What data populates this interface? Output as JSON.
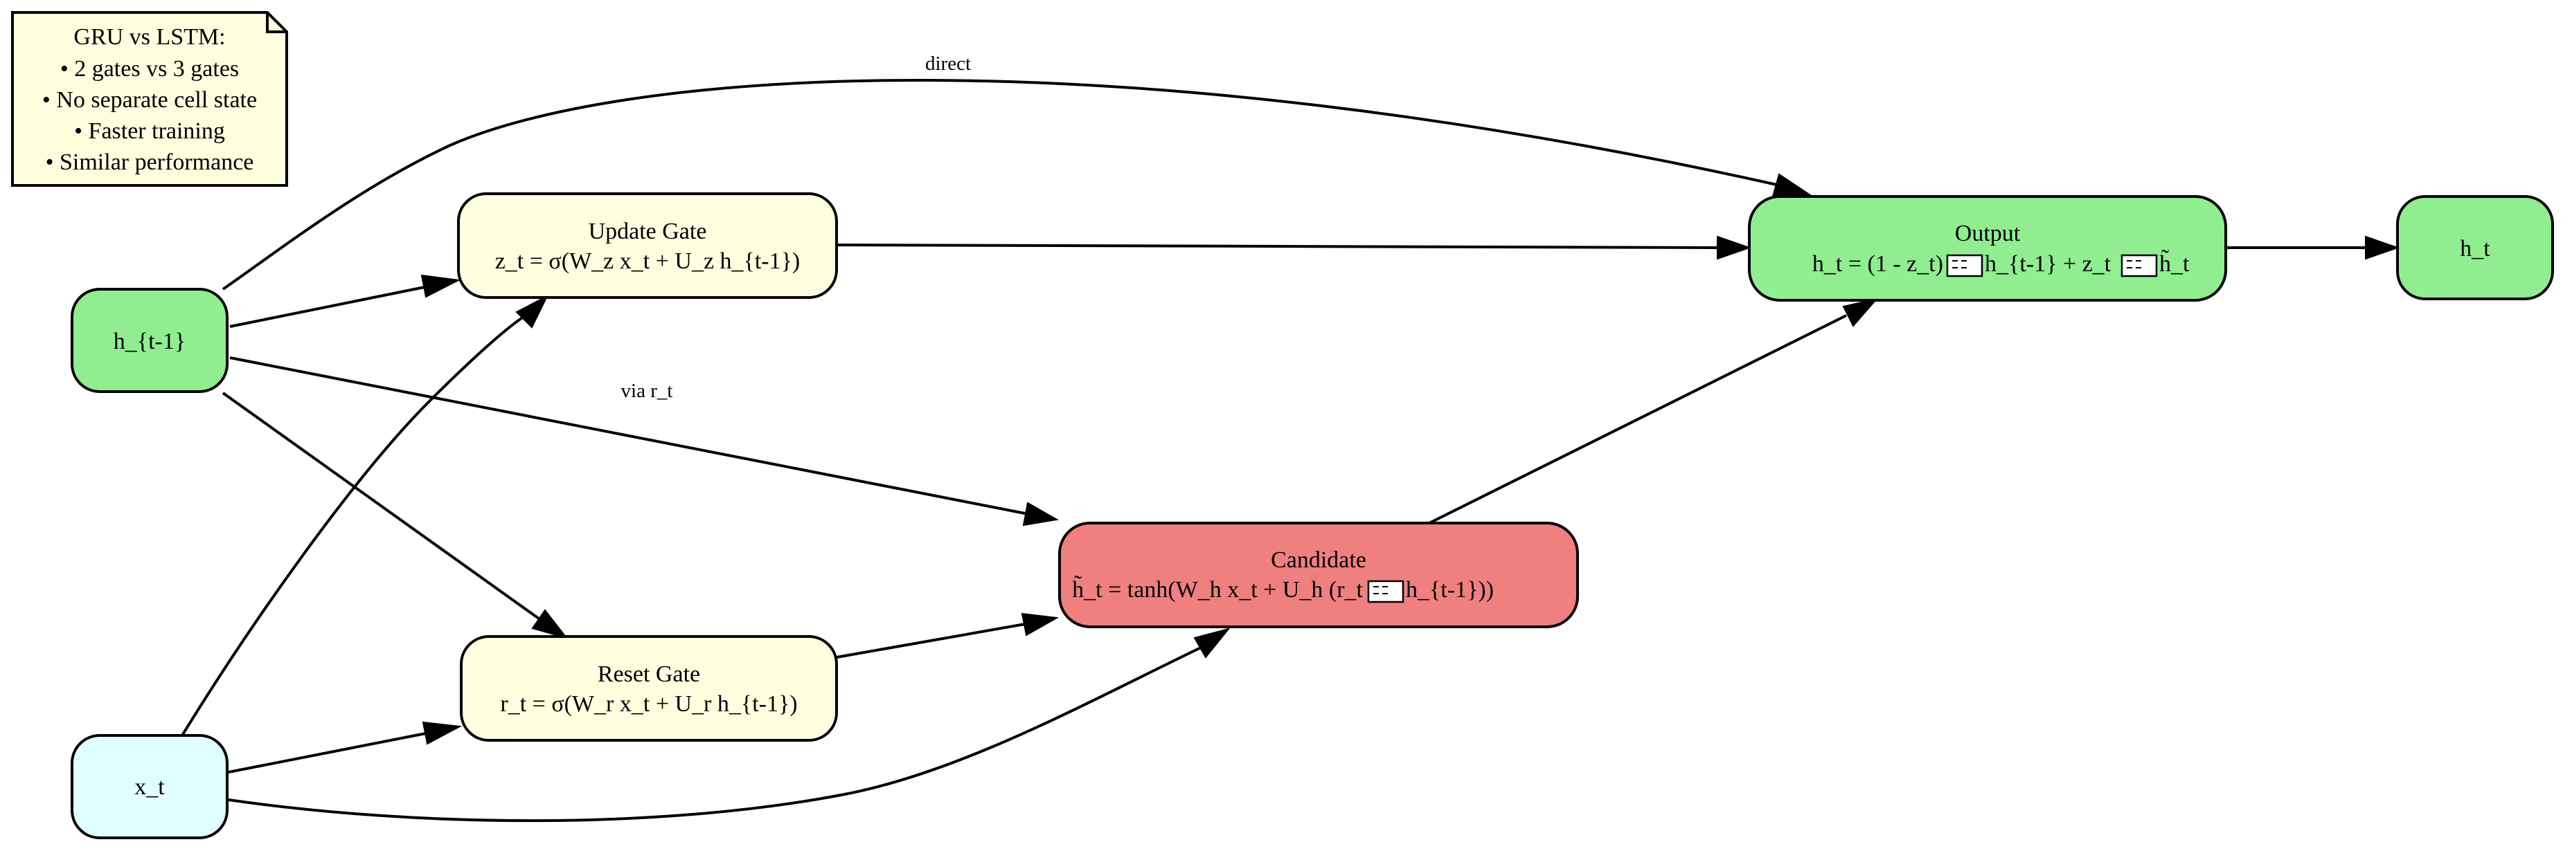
{
  "note": {
    "lines": [
      "GRU vs LSTM:",
      "• 2 gates vs 3 gates",
      "• No separate cell state",
      "• Faster training",
      "• Similar performance"
    ]
  },
  "nodes": {
    "h_prev": {
      "title": "h_{t-1}"
    },
    "x_t": {
      "title": "x_t"
    },
    "update_gate": {
      "title": "Update Gate",
      "formula": "z_t = σ(W_z x_t + U_z h_{t-1})"
    },
    "reset_gate": {
      "title": "Reset Gate",
      "formula": "r_t = σ(W_r x_t + U_r h_{t-1})"
    },
    "candidate": {
      "title": "Candidate",
      "formula_before": "h̃_t = tanh(W_h x_t + U_h (r_t ",
      "formula_after": " h_{t-1}))"
    },
    "output": {
      "title": "Output",
      "formula_part1": "h_t = (1 - z_t) ",
      "formula_part2": " h_{t-1} + z_t ",
      "formula_part3": " h̃_t"
    },
    "h_t": {
      "title": "h_t"
    }
  },
  "edges": {
    "direct_label": "direct",
    "via_rt_label": "via r_t"
  },
  "colors": {
    "state_node": "#90ee90",
    "input_node": "#e0ffff",
    "gate_node": "#ffffe0",
    "candidate_node": "#f08080",
    "note_fill": "#ffffe0"
  }
}
